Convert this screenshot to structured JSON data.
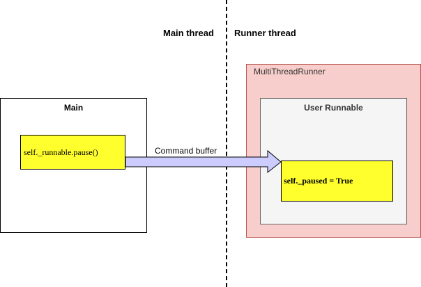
{
  "threads": {
    "main_label": "Main thread",
    "runner_label": "Runner thread"
  },
  "main": {
    "title": "Main",
    "call": "self._runnable.pause()"
  },
  "runner": {
    "title": "MultiThreadRunner",
    "runnable": {
      "title": "User Runnable",
      "statement": "self._paused = True"
    }
  },
  "arrow": {
    "label": "Command buffer"
  },
  "colors": {
    "code_fill": "#ffff2e",
    "runner_fill": "#f8cecc",
    "runner_stroke": "#b85450",
    "runnable_fill": "#f5f5f5",
    "arrow_fill": "#ccccff"
  }
}
